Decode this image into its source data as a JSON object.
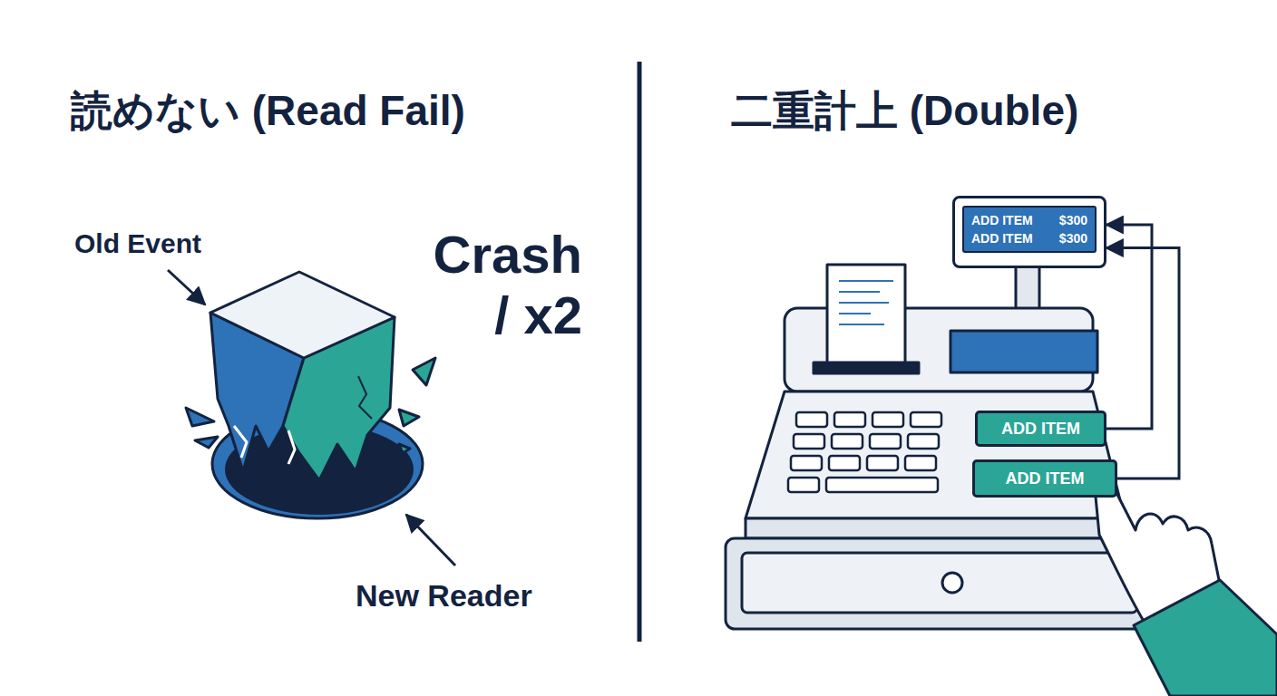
{
  "diagram": {
    "nodes": [
      {
        "text": [
          "ADD ITEM",
          "$300",
          "ADD ITEM",
          "$300"
        ]
      },
      {
        "text": [
          "ADD ITEM"
        ]
      },
      {
        "text": [
          "ADD ITEM"
        ]
      }
    ],
    "edges": [
      {
        "from": 1,
        "to": 0,
        "arrow": "to"
      },
      {
        "from": 2,
        "to": 0,
        "arrow": "to"
      }
    ],
    "labels": [
      "読めない (Read Fail)",
      "Old Event",
      "Crash / x2",
      "New Reader",
      "二重計上 (Double)"
    ]
  }
}
